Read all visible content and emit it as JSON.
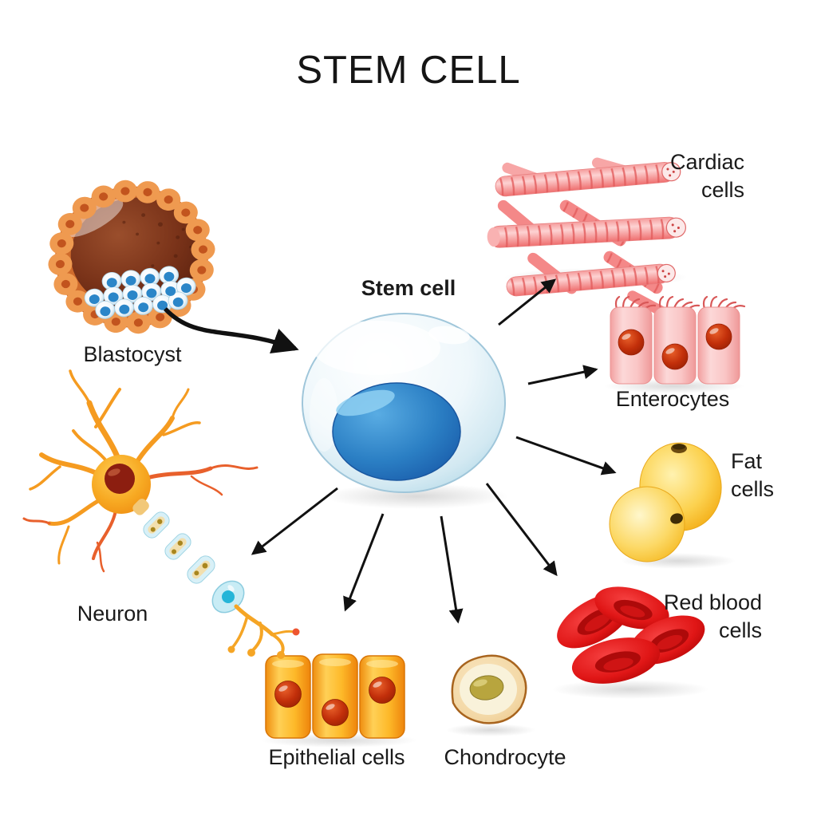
{
  "title": "STEM CELL",
  "source": {
    "id": "blastocyst",
    "label": "Blastocyst"
  },
  "stem_cell": {
    "label": "Stem cell"
  },
  "derived_cells": [
    {
      "id": "cardiac",
      "label": "Cardiac cells"
    },
    {
      "id": "enterocytes",
      "label": "Enterocytes"
    },
    {
      "id": "fat",
      "label": "Fat cells"
    },
    {
      "id": "rbc",
      "label": "Red blood cells"
    },
    {
      "id": "chondrocyte",
      "label": "Chondrocyte"
    },
    {
      "id": "epithelial",
      "label": "Epithelial cells"
    },
    {
      "id": "neuron",
      "label": "Neuron"
    }
  ],
  "connections": [
    {
      "from": "blastocyst",
      "to": "stem-cell",
      "style": "curved-bold-arrow"
    },
    {
      "from": "stem-cell",
      "to": "cardiac"
    },
    {
      "from": "stem-cell",
      "to": "enterocytes"
    },
    {
      "from": "stem-cell",
      "to": "fat"
    },
    {
      "from": "stem-cell",
      "to": "rbc"
    },
    {
      "from": "stem-cell",
      "to": "chondrocyte"
    },
    {
      "from": "stem-cell",
      "to": "epithelial"
    },
    {
      "from": "stem-cell",
      "to": "neuron"
    }
  ],
  "colors": {
    "background": "#ffffff",
    "text": "#1a1a1a",
    "arrow": "#111111",
    "stem_cell_nucleus_blue": "#2b7fc4",
    "blastocyst_orange": "#e08a42",
    "cardiac_pink": "#f48a8a",
    "enterocyte_pink": "#f9c7c7",
    "fat_yellow": "#f7b918",
    "red_blood_red": "#d31010",
    "chondrocyte_tan": "#f3d8a8",
    "epithelial_orange": "#f9a81e",
    "neuron_orange": "#f59b20"
  }
}
